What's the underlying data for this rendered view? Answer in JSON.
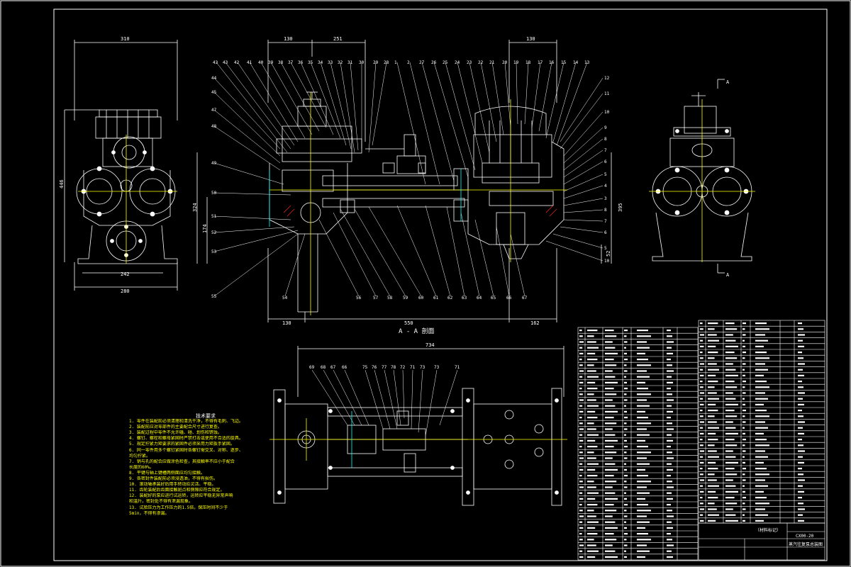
{
  "dimensions": {
    "left_top": "310",
    "left_height": "446",
    "left_bottom_a": "242",
    "left_bottom_b": "280",
    "sec_top_a": "130",
    "sec_top_b": "251",
    "sec_top_right": "130",
    "sec_left_a": "324",
    "sec_left_b": "174",
    "sec_right": "395",
    "sec_right_small": "52",
    "sec_bottom_left": "130",
    "sec_bottom_mid": "550",
    "sec_bottom_right": "162",
    "plan_top": "734"
  },
  "section_title": "A - A 剖面",
  "right_view_marker": "A",
  "notes": {
    "title": "技术要求",
    "lines": [
      "1. 零件在装配前必须清理和清洗干净，不得有毛刺、飞边。",
      "2. 装配前应对零部件的主要配合尺寸进行复查。",
      "3. 装配过程中零件不允许磕、碰、划伤和锈蚀。",
      "4. 螺钉、螺栓和螺母紧固时严禁打击或使用不合适的旋具。",
      "5. 规定拧紧力矩要求的紧固件必须采用力矩扳手紧固。",
      "6. 同一零件用多个螺钉紧固时各螺钉需交叉、对称、逐步、",
      "   均匀拧紧。",
      "7. 销与孔的配合应做涂色检查，其接触率不应小于配合",
      "   长度的60%。",
      "8. 平键与轴上键槽两侧面应均匀接触。",
      "9. 各密封件装配前必须浸透油，不得有损伤。",
      "10. 滚动轴承装好后用手转动应灵活、平稳。",
      "11. 齿轮装配后齿面接触斑点和侧隙应符合规定。",
      "12. 装配好的泵应进行试运转，运转应平稳无异常声响",
      "    和温升，密封处不得有泄漏现象。",
      "13. 试验压力为工作压力的1.5倍，保压时间不少于",
      "    5min，不得有渗漏。"
    ]
  },
  "title_block": {
    "drawing_no": "CX00-20",
    "title": "蒸汽往复泵总装图",
    "material_label": "（材料标记）"
  },
  "colors": {
    "line": "#ffffff",
    "accent": "#ffff00",
    "cyan": "#00ffff",
    "red": "#ff2020"
  }
}
